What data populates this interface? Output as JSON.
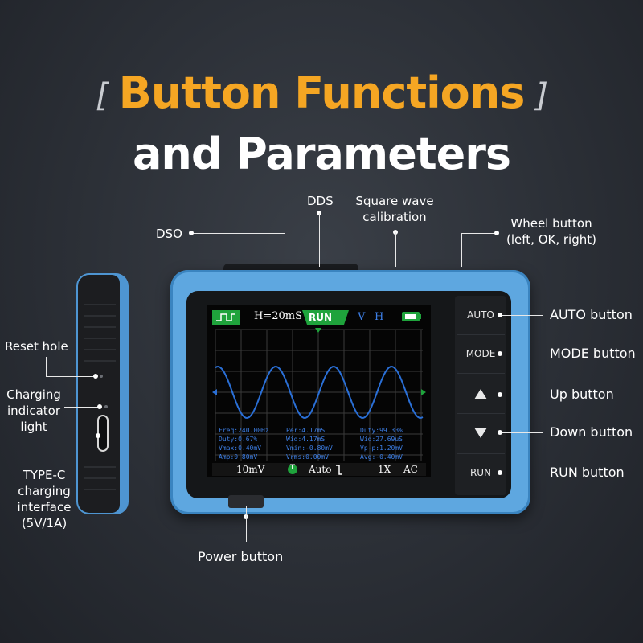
{
  "title": {
    "line1_open": "[",
    "line1_main": "Button Functions",
    "line1_close": "]",
    "line2": "and Parameters"
  },
  "labels": {
    "dso": "DSO",
    "dds": "DDS",
    "square_wave_1": "Square wave",
    "square_wave_2": "calibration",
    "wheel_1": "Wheel button",
    "wheel_2": "(left, OK, right)",
    "auto_button": "AUTO button",
    "mode_button": "MODE button",
    "up_button": "Up button",
    "down_button": "Down button",
    "run_button": "RUN button",
    "power_button": "Power button",
    "reset_hole": "Reset hole",
    "charging_1": "Charging",
    "charging_2": "indicator",
    "charging_3": "light",
    "typec_1": "TYPE-C",
    "typec_2": "charging",
    "typec_3": "interface",
    "typec_4": "(5V/1A)"
  },
  "device": {
    "keys": {
      "auto": "AUTO",
      "mode": "MODE",
      "up_icon": "triangle-up-icon",
      "down_icon": "triangle-down-icon",
      "run": "RUN"
    },
    "screen": {
      "timebase": "H=20mS",
      "run_status": "RUN",
      "v_marker": "V",
      "h_marker": "H",
      "volt_div": "10mV",
      "trigger_badge": "T",
      "trigger_mode": "Auto",
      "probe": "1X",
      "coupling": "AC",
      "measurements": [
        [
          "Freq:240.00Hz",
          "Per:4.17mS",
          "Duty:99.33%"
        ],
        [
          "Duty:0.67%",
          "Wid:4.17mS",
          "Wid:27.69uS"
        ],
        [
          "Vmax:0.40mV",
          "Vmin:-0.80mV",
          "Vp-p:1.20mV"
        ],
        [
          "Amp:0.80mV",
          "Vrms:0.00mV",
          "Avg:-0.40mV"
        ]
      ]
    }
  },
  "colors": {
    "title_accent": "#f5a623",
    "device_body": "#5ea7e0",
    "screen_tab": "#1fa33c",
    "waveform": "#2a6fd6",
    "measurement_text": "#3d7fe6"
  }
}
